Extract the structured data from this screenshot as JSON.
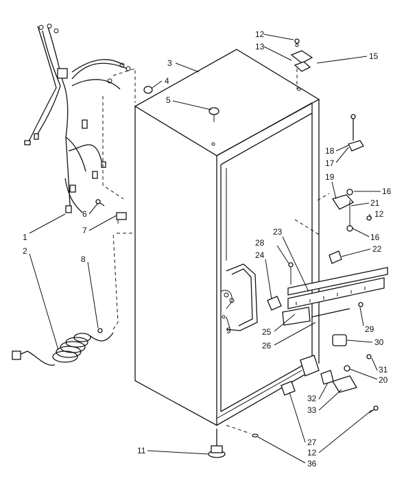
{
  "diagram": {
    "callouts": [
      {
        "id": "c1",
        "label": "1"
      },
      {
        "id": "c2",
        "label": "2"
      },
      {
        "id": "c3",
        "label": "3"
      },
      {
        "id": "c4",
        "label": "4"
      },
      {
        "id": "c5",
        "label": "5"
      },
      {
        "id": "c6",
        "label": "6"
      },
      {
        "id": "c7",
        "label": "7"
      },
      {
        "id": "c8",
        "label": "8"
      },
      {
        "id": "c9",
        "label": "9"
      },
      {
        "id": "c11",
        "label": "11"
      },
      {
        "id": "c12a",
        "label": "12"
      },
      {
        "id": "c13",
        "label": "13"
      },
      {
        "id": "c15",
        "label": "15"
      },
      {
        "id": "c18",
        "label": "18"
      },
      {
        "id": "c17",
        "label": "17"
      },
      {
        "id": "c19",
        "label": "19"
      },
      {
        "id": "c16a",
        "label": "16"
      },
      {
        "id": "c21",
        "label": "21"
      },
      {
        "id": "c12b",
        "label": "12"
      },
      {
        "id": "c16b",
        "label": "16"
      },
      {
        "id": "c23",
        "label": "23"
      },
      {
        "id": "c22",
        "label": "22"
      },
      {
        "id": "c28",
        "label": "28"
      },
      {
        "id": "c24",
        "label": "24"
      },
      {
        "id": "c29",
        "label": "29"
      },
      {
        "id": "c30",
        "label": "30"
      },
      {
        "id": "c25",
        "label": "25"
      },
      {
        "id": "c26",
        "label": "26"
      },
      {
        "id": "c31",
        "label": "31"
      },
      {
        "id": "c20",
        "label": "20"
      },
      {
        "id": "c32",
        "label": "32"
      },
      {
        "id": "c33",
        "label": "33"
      },
      {
        "id": "c27",
        "label": "27"
      },
      {
        "id": "c12c",
        "label": "12"
      },
      {
        "id": "c36",
        "label": "36"
      }
    ]
  }
}
